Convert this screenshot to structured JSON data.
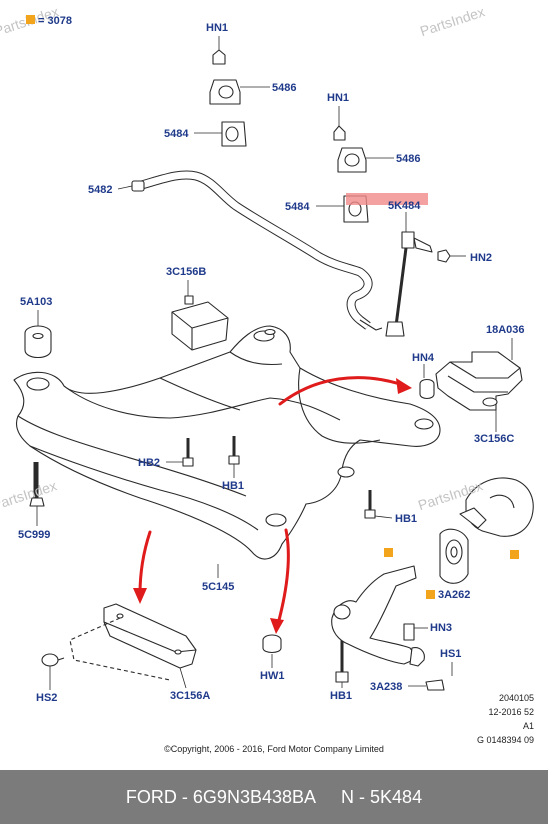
{
  "watermarks": [
    "PartsIndex",
    "PartsIndex",
    "PartsIndex",
    "PartsIndex"
  ],
  "legend": {
    "marker_color": "#f2a51c",
    "text": "= 3078"
  },
  "callouts": {
    "hn1_a": "HN1",
    "p5486_a": "5486",
    "p5484_a": "5484",
    "p5482": "5482",
    "hn1_b": "HN1",
    "p5486_b": "5486",
    "p5484_b": "5484",
    "p5k484": "5K484",
    "hn2": "HN2",
    "p3c156b": "3C156B",
    "p5a103": "5A103",
    "p18a036": "18A036",
    "hn4": "HN4",
    "p3c156c": "3C156C",
    "hb2": "HB2",
    "hb1_a": "HB1",
    "hb1_b": "HB1",
    "p5c999": "5C999",
    "p5c145": "5C145",
    "p3a262": "3A262",
    "hn3": "HN3",
    "hw1": "HW1",
    "hs1": "HS1",
    "p3a238": "3A238",
    "hs2": "HS2",
    "p3c156a": "3C156A",
    "hb1_c": "HB1"
  },
  "meta": {
    "line1": "2040105",
    "line2": "12-2016 52",
    "line3": "A1",
    "line4": "G 0148394 09"
  },
  "copyright": "©Copyright, 2006 - 2016, Ford Motor Company Limited",
  "footer": {
    "brand": "FORD",
    "part_number": "6G9N3B438BA",
    "ref": "N - 5K484"
  },
  "colors": {
    "label": "#1f3a8a",
    "arrow": "#e01b1b",
    "highlight": "#f08a8a",
    "footer_bg": "#7b7b7b"
  }
}
